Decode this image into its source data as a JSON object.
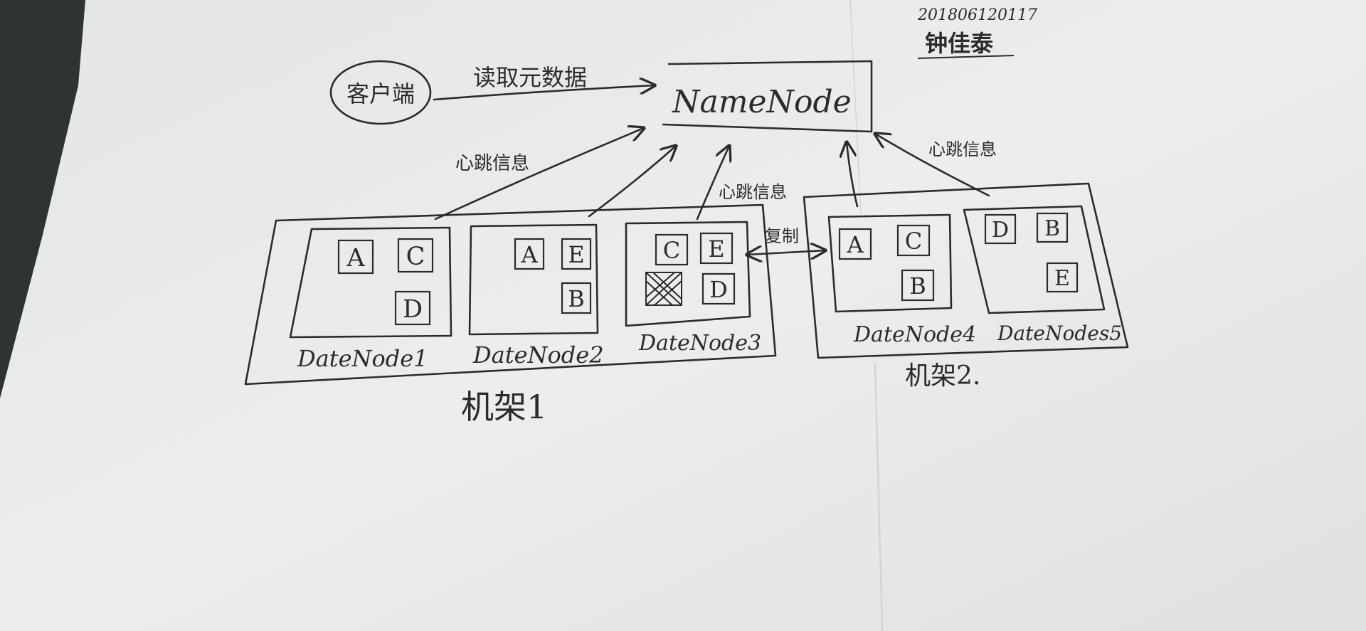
{
  "client": "客户端",
  "read_label": "读取元数据",
  "namenode": "NameNode",
  "heartbeat": "心跳信息",
  "copy_label": "复制",
  "signature": {
    "id": "201806120117",
    "name": "钟佳泰"
  },
  "rack1": {
    "label": "机架1",
    "nodes": [
      {
        "name": "DateNode1",
        "blocks": [
          "A",
          "C",
          "D"
        ]
      },
      {
        "name": "DateNode2",
        "blocks": [
          "A",
          "E",
          "B"
        ]
      },
      {
        "name": "DateNode3",
        "blocks": [
          "C",
          "E",
          "",
          "D"
        ]
      }
    ]
  },
  "rack2": {
    "label": "机架2.",
    "nodes": [
      {
        "name": "DateNode4",
        "blocks": [
          "A",
          "C",
          "B"
        ]
      },
      {
        "name": "DateNodes5",
        "blocks": [
          "D",
          "B",
          "E"
        ]
      }
    ]
  }
}
